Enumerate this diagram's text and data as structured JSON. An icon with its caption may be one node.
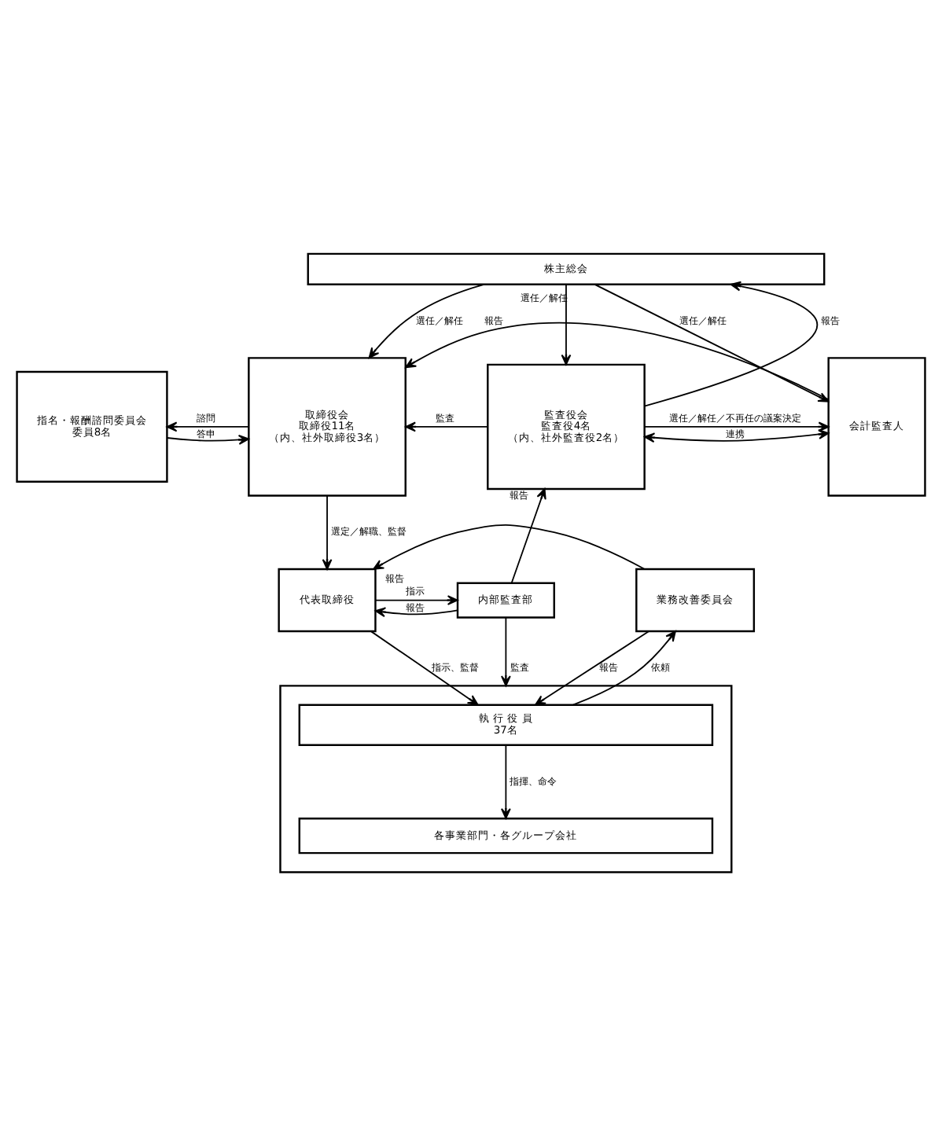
{
  "diagram": {
    "nodes": [
      {
        "text": [
          "株主総会"
        ]
      },
      {
        "text": [
          "指名・報酬諮問委員会",
          "委員8名"
        ]
      },
      {
        "text": [
          "取締役会",
          "取締役11名",
          "（内、社外取締役3名）"
        ]
      },
      {
        "text": [
          "監査役会",
          "監査役4名",
          "（内、社外監査役2名）"
        ]
      },
      {
        "text": [
          "会計監査人"
        ]
      },
      {
        "text": [
          "代表取締役"
        ]
      },
      {
        "text": [
          "内部監査部"
        ]
      },
      {
        "text": [
          "業務改善委員会"
        ]
      },
      {
        "text": [],
        "shape": "box"
      },
      {
        "text": [
          "執 行 役 員",
          "37名"
        ],
        "in": 8
      },
      {
        "text": [
          "各事業部門・各グループ会社"
        ],
        "in": 8
      }
    ],
    "edges": [
      {
        "from": 0,
        "to": 2,
        "arrow": "to",
        "label": "選任／解任"
      },
      {
        "from": 3,
        "to": 0,
        "arrow": "to",
        "label": "報告"
      },
      {
        "from": 0,
        "to": 3,
        "arrow": "to",
        "label": "選任／解任"
      },
      {
        "from": 0,
        "to": 4,
        "arrow": "to",
        "label": "選任／解任"
      },
      {
        "from": 4,
        "to": 2,
        "arrow": "to",
        "label": "報告"
      },
      {
        "from": 2,
        "to": 1,
        "arrow": "to",
        "label": "諮問"
      },
      {
        "from": 1,
        "to": 2,
        "arrow": "to",
        "label": "答申"
      },
      {
        "from": 3,
        "to": 2,
        "arrow": "to",
        "label": "監査"
      },
      {
        "from": 3,
        "to": 4,
        "arrow": "both",
        "label": "連携"
      },
      {
        "from": 3,
        "to": 4,
        "arrow": "to",
        "label": "選任／解任／不再任の議案決定"
      },
      {
        "from": 2,
        "to": 5,
        "arrow": "to",
        "label": "選定／解職、監督"
      },
      {
        "from": 6,
        "to": 3,
        "arrow": "to",
        "label": "報告"
      },
      {
        "from": 7,
        "to": 5,
        "arrow": "to",
        "label": "報告"
      },
      {
        "from": 5,
        "to": 6,
        "arrow": "to",
        "label": "指示"
      },
      {
        "from": 6,
        "to": 5,
        "arrow": "to",
        "label": "報告"
      },
      {
        "from": 5,
        "to": 9,
        "arrow": "to",
        "label": "指示、監督"
      },
      {
        "from": 6,
        "to": 8,
        "arrow": "to",
        "label": "監査"
      },
      {
        "from": 7,
        "to": 9,
        "arrow": "to",
        "label": "報告"
      },
      {
        "from": 9,
        "to": 7,
        "arrow": "to",
        "label": "依頼"
      },
      {
        "from": 9,
        "to": 10,
        "arrow": "to",
        "label": "指揮、命令"
      }
    ]
  }
}
